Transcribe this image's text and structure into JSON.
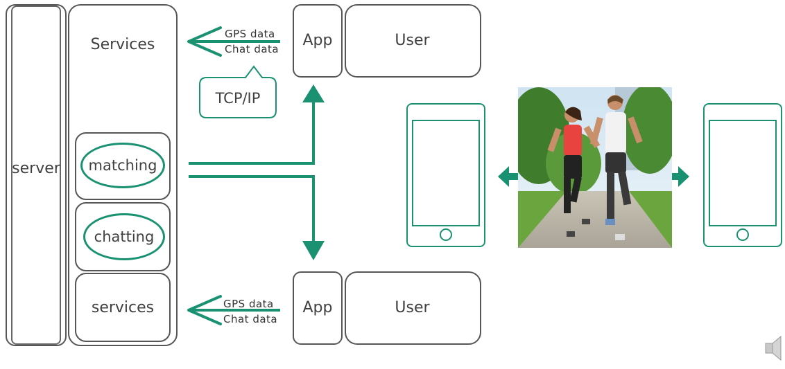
{
  "server": {
    "label": "server"
  },
  "services_top": {
    "label": "Services"
  },
  "modules": {
    "matching": "matching",
    "chatting": "chatting",
    "services": "services"
  },
  "top_client": {
    "app": "App",
    "user": "User",
    "line1": "GPS data",
    "line2": "Chat data"
  },
  "bottom_client": {
    "app": "App",
    "user": "User",
    "line1": "GPS data",
    "line2": "Chat data"
  },
  "callout": {
    "label": "TCP/IP"
  },
  "colors": {
    "accent": "#1a9272",
    "border": "#555555",
    "text": "#404040"
  },
  "icons": {
    "speaker": "speaker-icon",
    "phone": "phone-icon",
    "photo": "runners-photo"
  }
}
